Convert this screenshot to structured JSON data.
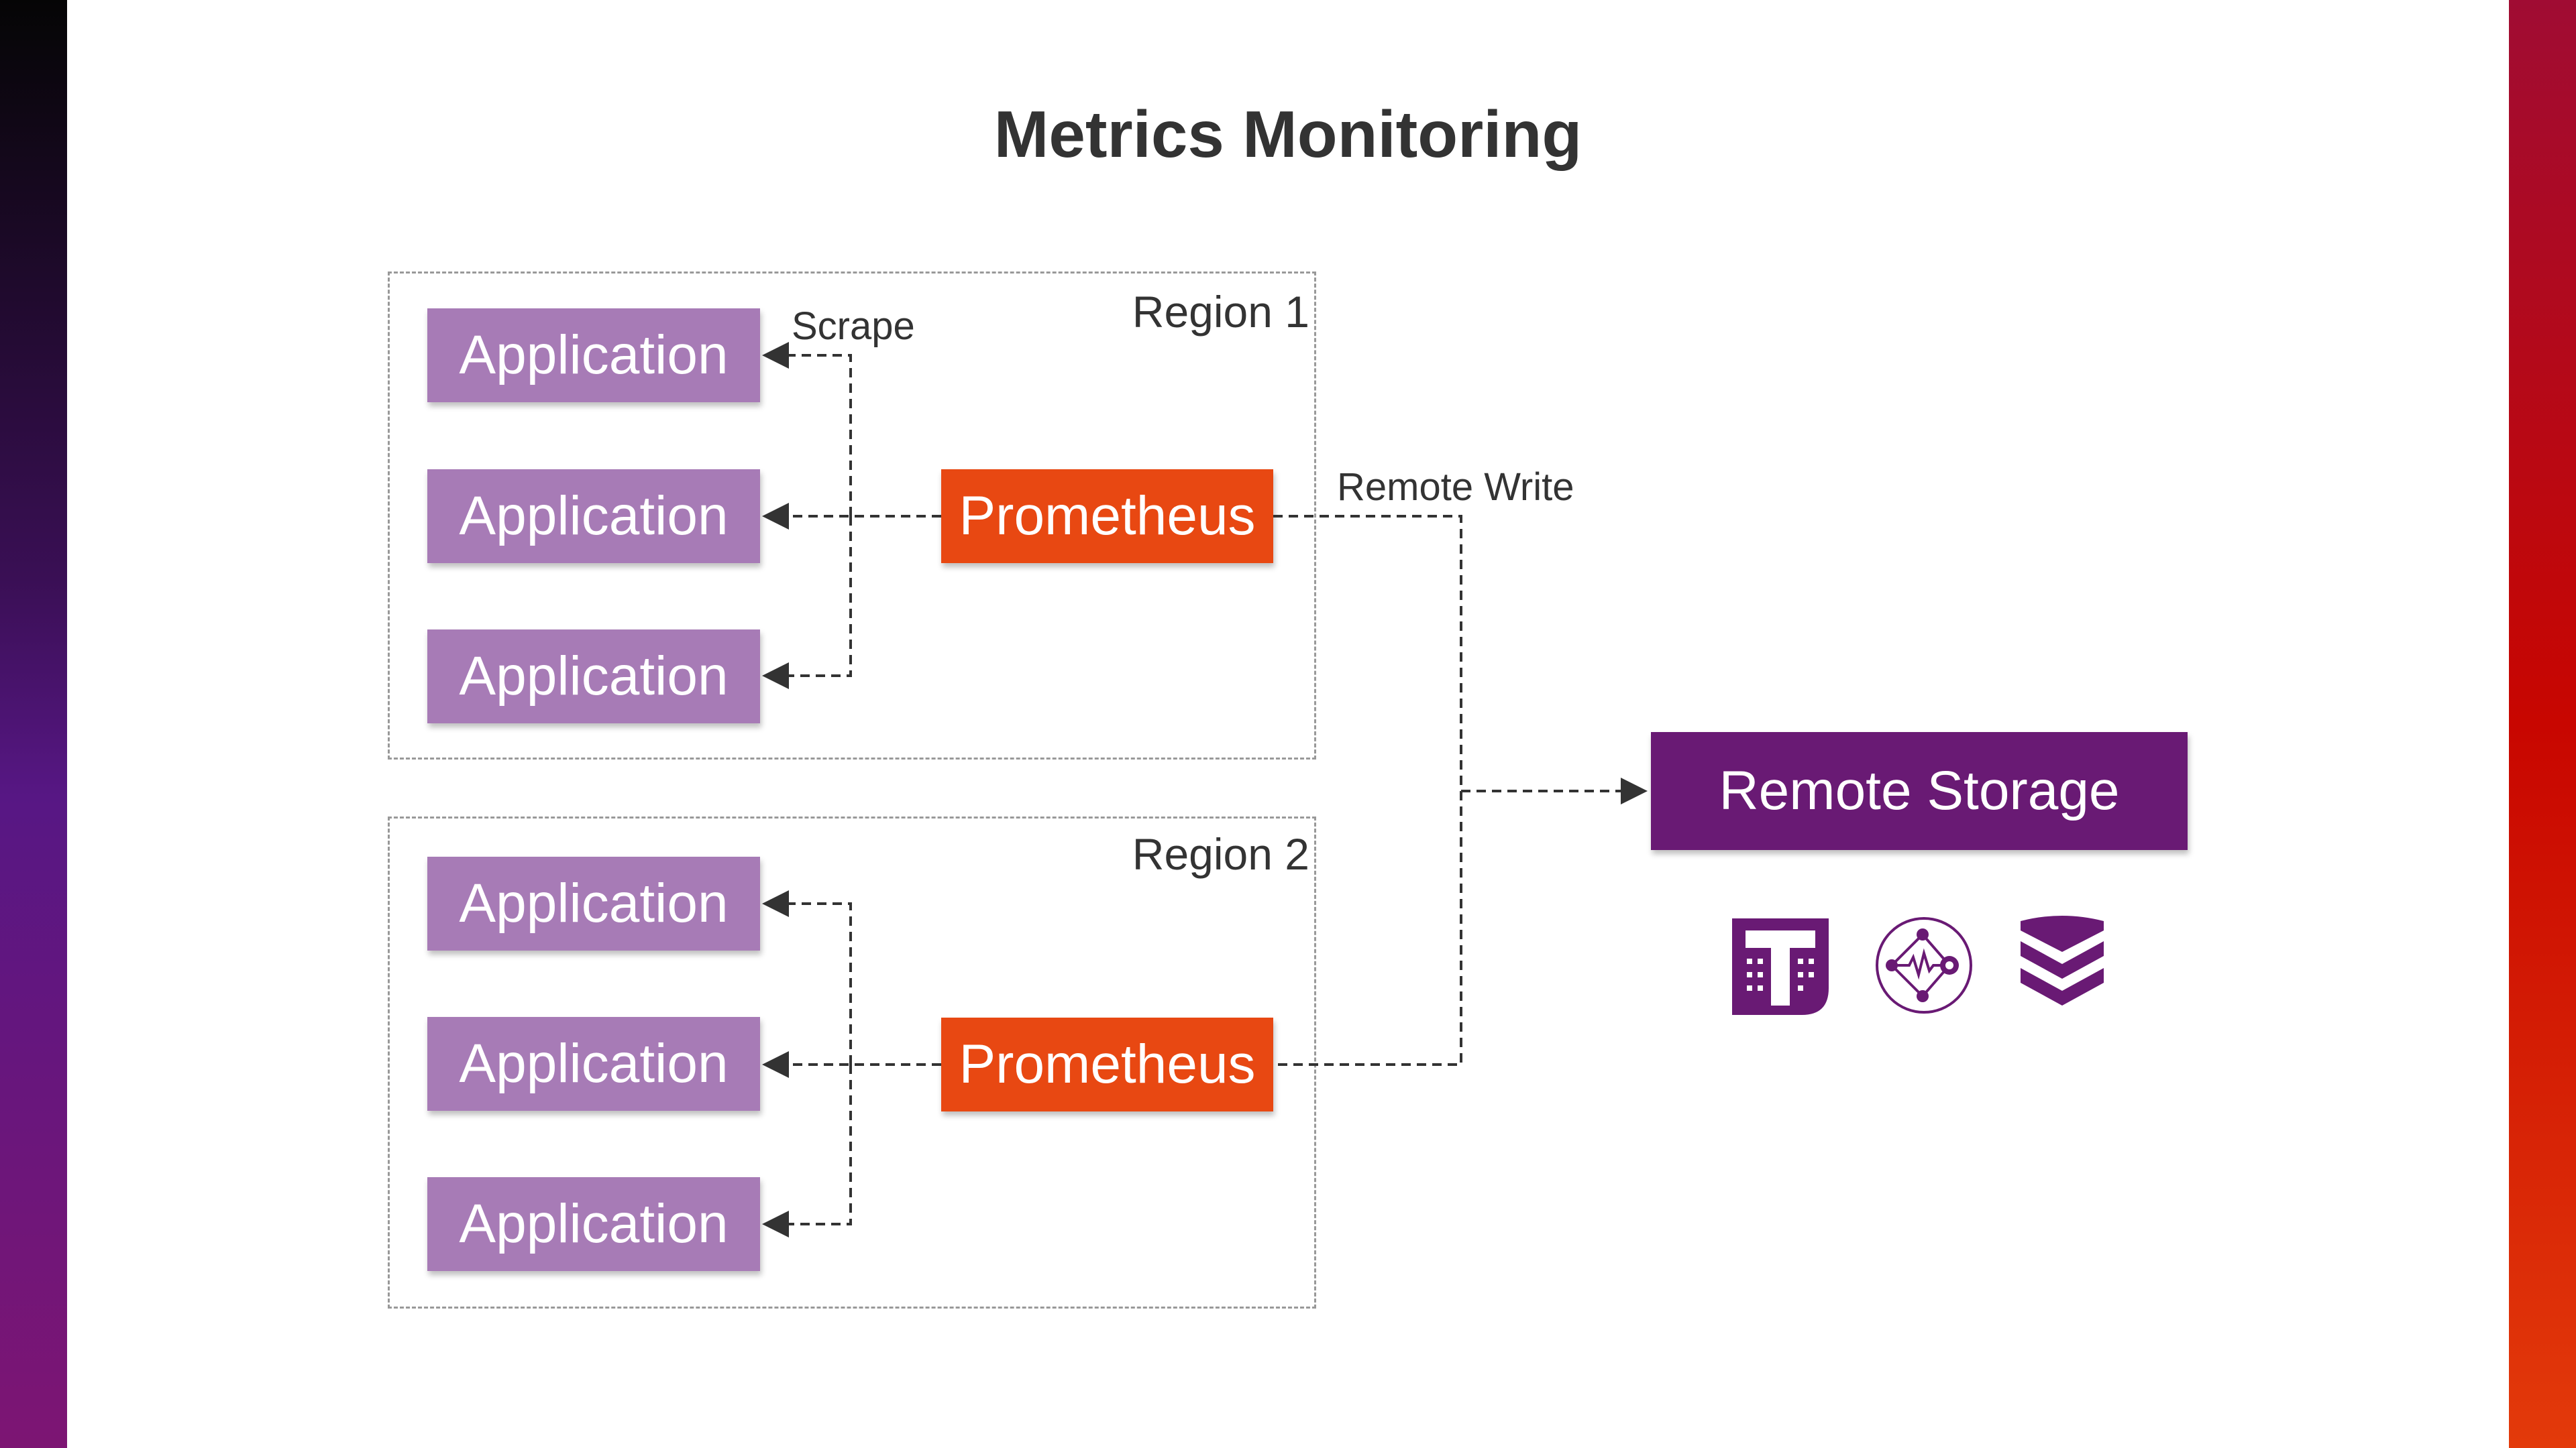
{
  "title": "Metrics Monitoring",
  "regions": [
    {
      "label": "Region 1",
      "applications": [
        "Application",
        "Application",
        "Application"
      ],
      "collector": "Prometheus"
    },
    {
      "label": "Region 2",
      "applications": [
        "Application",
        "Application",
        "Application"
      ],
      "collector": "Prometheus"
    }
  ],
  "edges": {
    "scrape_label": "Scrape",
    "remote_write_label": "Remote Write"
  },
  "storage": {
    "label": "Remote Storage",
    "backend_icons": [
      "thanos-logo-icon",
      "network-graph-logo-icon",
      "stacked-chevrons-logo-icon"
    ]
  },
  "colors": {
    "application": "#a77bb6",
    "prometheus": "#e84812",
    "remote_storage": "#691a74",
    "connector": "#333333",
    "region_border": "#999999"
  }
}
